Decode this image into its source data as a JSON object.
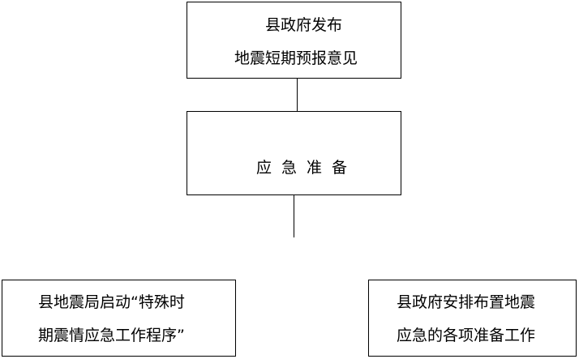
{
  "flowchart": {
    "top_box": {
      "line1": "县政府发布",
      "line2": "地震短期预报意见"
    },
    "middle_box": {
      "label": "应急准备"
    },
    "left_box": {
      "line1": "县地震局启动“特殊时",
      "line2": "期震情应急工作程序”"
    },
    "right_box": {
      "line1": "县政府安排布置地震",
      "line2": "应急的各项准备工作"
    }
  }
}
